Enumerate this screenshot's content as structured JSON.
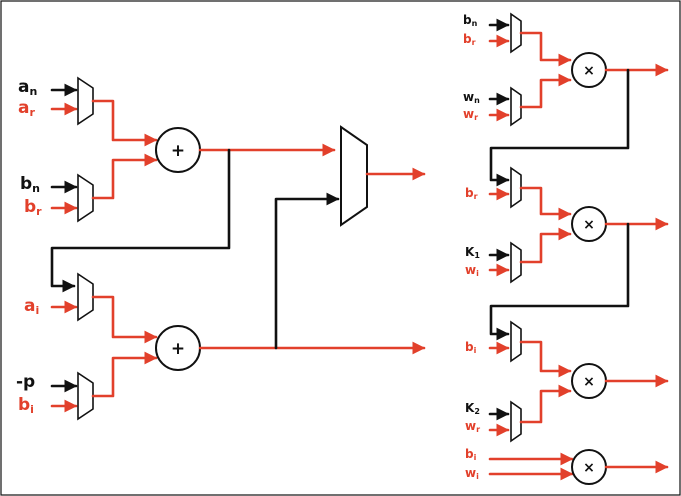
{
  "colors": {
    "control": "#111111",
    "data": "#e2402b"
  },
  "labels": {
    "an": {
      "base": "a",
      "sub": "n"
    },
    "ar": {
      "base": "a",
      "sub": "r"
    },
    "bn": {
      "base": "b",
      "sub": "n"
    },
    "br": {
      "base": "b",
      "sub": "r"
    },
    "ai": {
      "base": "a",
      "sub": "i"
    },
    "negp": {
      "base": "-p",
      "sub": ""
    },
    "bi": {
      "base": "b",
      "sub": "i"
    },
    "r_bn": {
      "base": "b",
      "sub": "n"
    },
    "r_br": {
      "base": "b",
      "sub": "r"
    },
    "r_wn": {
      "base": "w",
      "sub": "n"
    },
    "r_wr": {
      "base": "w",
      "sub": "r"
    },
    "r_br2": {
      "base": "b",
      "sub": "r"
    },
    "r_k1": {
      "base": "K",
      "sub": "1"
    },
    "r_wi": {
      "base": "w",
      "sub": "i"
    },
    "r_bi": {
      "base": "b",
      "sub": "i"
    },
    "r_k2": {
      "base": "K",
      "sub": "2"
    },
    "r_wr2": {
      "base": "w",
      "sub": "r"
    },
    "r_bi2": {
      "base": "b",
      "sub": "i"
    },
    "r_wi2": {
      "base": "w",
      "sub": "i"
    }
  },
  "operators": {
    "add": "+",
    "mul": "×"
  }
}
